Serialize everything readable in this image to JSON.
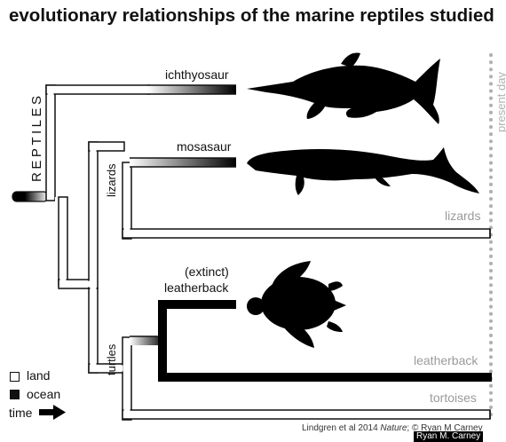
{
  "title": "evolutionary relationships of the marine reptiles studied",
  "axis": {
    "root_label": "REPTILES",
    "present_label": "present day"
  },
  "taxa": {
    "ichthyosaur": "ichthyosaur",
    "mosasaur": "mosasaur",
    "lizards": "lizards",
    "extinct_note": "(extinct)",
    "extinct_leatherback": "leatherback",
    "leatherback": "leatherback",
    "tortoises": "tortoises"
  },
  "clades": {
    "lizards": "lizards",
    "turtles": "turtles"
  },
  "legend": {
    "land": "land",
    "ocean": "ocean",
    "time": "time"
  },
  "credit": {
    "prefix": "Lindgren et al 2014 ",
    "journal": "Nature",
    "suffix": "; © Ryan M Carney",
    "badge": "Ryan M. Carney"
  },
  "colors": {
    "land": "#ffffff",
    "ocean": "#000000",
    "present_line": "#b0b0b0",
    "extant_label": "#9a9a9a"
  },
  "icons": [
    "ichthyosaur-silhouette",
    "mosasaur-silhouette",
    "sea-turtle-silhouette",
    "time-arrow-icon"
  ]
}
